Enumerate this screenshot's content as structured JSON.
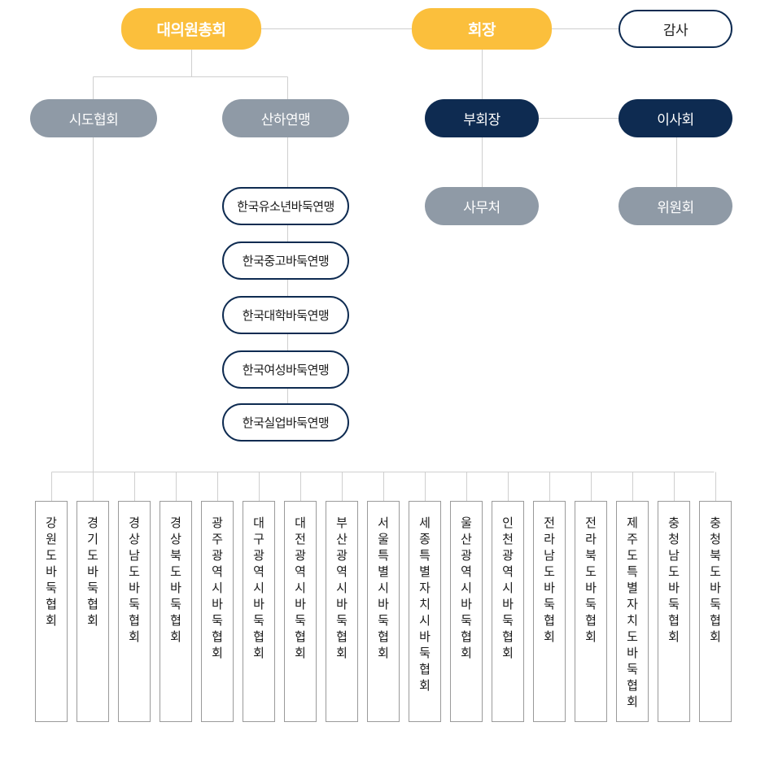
{
  "top": {
    "general_assembly": "대의원총회",
    "president": "회장",
    "auditor": "감사"
  },
  "second": {
    "provincial": "시도협회",
    "affiliated": "산하연맹",
    "vice_president": "부회장",
    "board": "이사회"
  },
  "third": {
    "secretariat": "사무처",
    "committee": "위원회"
  },
  "federations": [
    "한국유소년바둑연맹",
    "한국중고바둑연맹",
    "한국대학바둑연맹",
    "한국여성바둑연맹",
    "한국실업바둑연맹"
  ],
  "provinces": [
    "강원도바둑협회",
    "경기도바둑협회",
    "경상남도바둑협회",
    "경상북도바둑협회",
    "광주광역시바둑협회",
    "대구광역시바둑협회",
    "대전광역시바둑협회",
    "부산광역시바둑협회",
    "서울특별시바둑협회",
    "세종특별자치시바둑협회",
    "울산광역시바둑협회",
    "인천광역시바둑협회",
    "전라남도바둑협회",
    "전라북도바둑협회",
    "제주도특별자치도바둑협회",
    "충청남도바둑협회",
    "충청북도바둑협회"
  ],
  "colors": {
    "yellow": "#fbbf3c",
    "navy": "#0e2b51",
    "gray": "#8f9aa6",
    "line": "#c8c8c8"
  }
}
